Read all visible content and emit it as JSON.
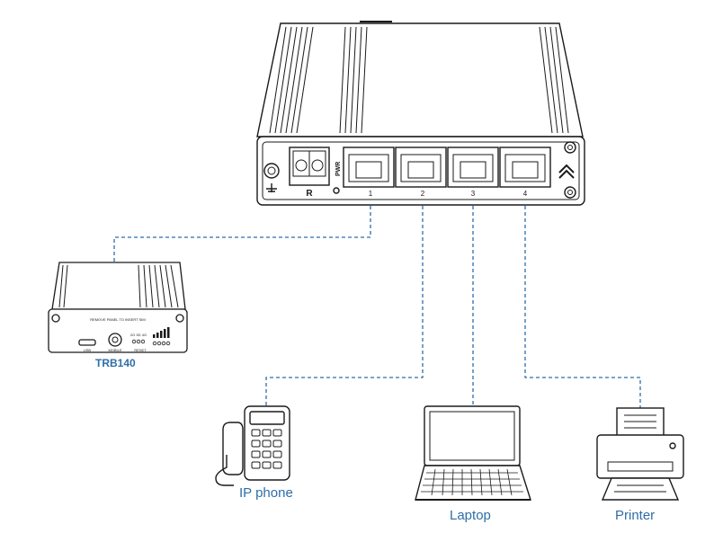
{
  "switch": {
    "pwr_label": "PWR",
    "r_label": "R",
    "port_numbers": [
      "1",
      "2",
      "3",
      "4"
    ]
  },
  "router": {
    "name": "TRB140",
    "slot_text": "REMOVE PANEL TO INSERT SIM",
    "usb_label": "USB",
    "mobile_label": "MOBILE",
    "reset_label": "RESET",
    "net_label": "2G 3G 4G"
  },
  "devices": {
    "ip_phone": "IP phone",
    "laptop": "Laptop",
    "printer": "Printer"
  },
  "colors": {
    "link": "#2f6ea8",
    "outline": "#1a1a1a"
  }
}
